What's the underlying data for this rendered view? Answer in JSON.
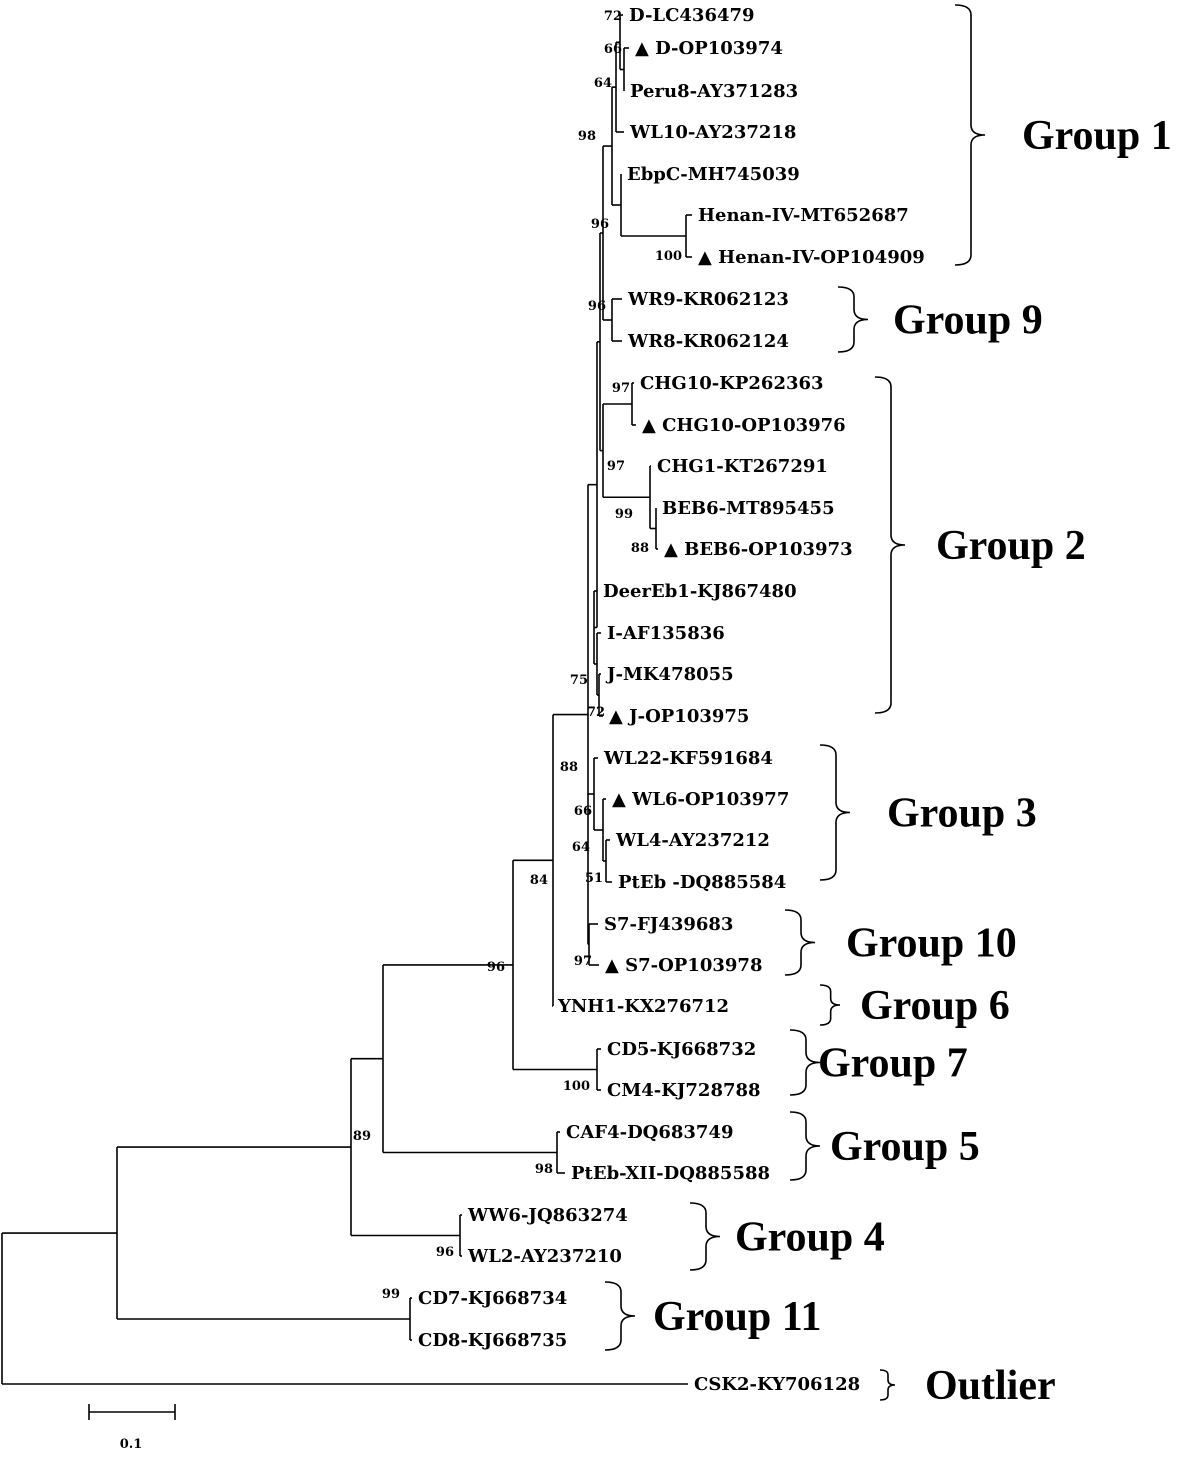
{
  "figure": {
    "leaves": [
      {
        "label": "D-LC436479",
        "marker": false
      },
      {
        "label": "D-OP103974",
        "marker": true
      },
      {
        "label": "Peru8-AY371283",
        "marker": false
      },
      {
        "label": "WL10-AY237218",
        "marker": false
      },
      {
        "label": "EbpC-MH745039",
        "marker": false
      },
      {
        "label": "Henan-IV-MT652687",
        "marker": false
      },
      {
        "label": "Henan-IV-OP104909",
        "marker": true
      },
      {
        "label": "WR9-KR062123",
        "marker": false
      },
      {
        "label": "WR8-KR062124",
        "marker": false
      },
      {
        "label": "CHG10-KP262363",
        "marker": false
      },
      {
        "label": "CHG10-OP103976",
        "marker": true
      },
      {
        "label": "CHG1-KT267291",
        "marker": false
      },
      {
        "label": "BEB6-MT895455",
        "marker": false
      },
      {
        "label": "BEB6-OP103973",
        "marker": true
      },
      {
        "label": "DeerEb1-KJ867480",
        "marker": false
      },
      {
        "label": "I-AF135836",
        "marker": false
      },
      {
        "label": "J-MK478055",
        "marker": false
      },
      {
        "label": "J-OP103975",
        "marker": true
      },
      {
        "label": "WL22-KF591684",
        "marker": false
      },
      {
        "label": "WL6-OP103977",
        "marker": true
      },
      {
        "label": "WL4-AY237212",
        "marker": false
      },
      {
        "label": "PtEb -DQ885584",
        "marker": false
      },
      {
        "label": "S7-FJ439683",
        "marker": false
      },
      {
        "label": "S7-OP103978",
        "marker": true
      },
      {
        "label": "YNH1-KX276712",
        "marker": false
      },
      {
        "label": "CD5-KJ668732",
        "marker": false
      },
      {
        "label": "CM4-KJ728788",
        "marker": false
      },
      {
        "label": "CAF4-DQ683749",
        "marker": false
      },
      {
        "label": "PtEb-XII-DQ885588",
        "marker": false
      },
      {
        "label": "WW6-JQ863274",
        "marker": false
      },
      {
        "label": "WL2-AY237210",
        "marker": false
      },
      {
        "label": "CD7-KJ668734",
        "marker": false
      },
      {
        "label": "CD8-KJ668735",
        "marker": false
      },
      {
        "label": "CSK2-KY706128",
        "marker": false
      }
    ],
    "bootstrap_values": [
      "72",
      "66",
      "64",
      "98",
      "96",
      "100",
      "96",
      "97",
      "97",
      "99",
      "88",
      "75",
      "72",
      "88",
      "66",
      "64",
      "51",
      "84",
      "97",
      "96",
      "100",
      "89",
      "98",
      "96",
      "99"
    ],
    "groups": [
      "Group 1",
      "Group 9",
      "Group 2",
      "Group 3",
      "Group 10",
      "Group 6",
      "Group 7",
      "Group 5",
      "Group 4",
      "Group 11",
      "Outlier"
    ],
    "scale_bar_label": "0.1",
    "marker_symbol": "▲"
  }
}
